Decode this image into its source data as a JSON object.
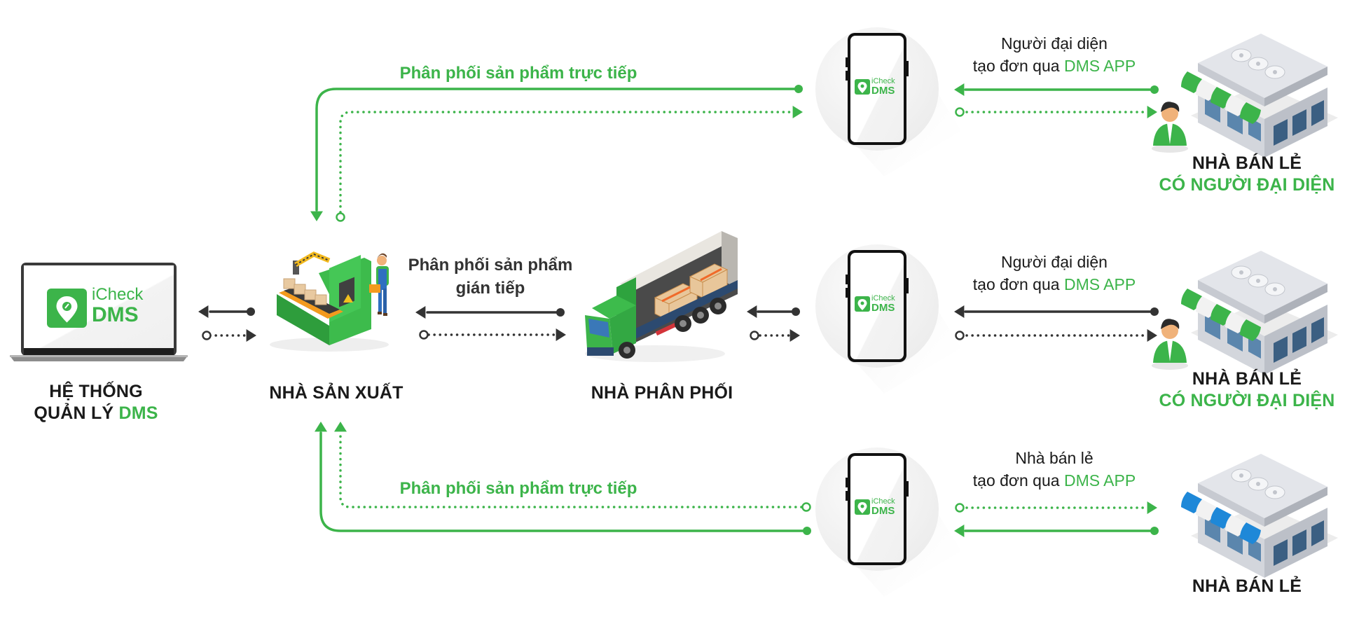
{
  "colors": {
    "brand_green": "#3cb44a",
    "dark": "#333333",
    "text": "#1a1a1a",
    "awning_blue": "#1e88d8"
  },
  "nodes": {
    "dms_system": {
      "line1": "HỆ THỐNG",
      "line2_prefix": "QUẢN LÝ ",
      "line2_highlight": "DMS",
      "logo_top": "iCheck",
      "logo_bottom": "DMS",
      "icon": "laptop-icon"
    },
    "manufacturer": {
      "label": "NHÀ SẢN XUẤT",
      "icon": "factory-icon"
    },
    "distributor": {
      "label": "NHÀ PHÂN PHỐI",
      "icon": "truck-icon"
    },
    "phones": [
      {
        "logo_top": "iCheck",
        "logo_bottom": "DMS",
        "icon": "smartphone-icon"
      },
      {
        "logo_top": "iCheck",
        "logo_bottom": "DMS",
        "icon": "smartphone-icon"
      },
      {
        "logo_top": "iCheck",
        "logo_bottom": "DMS",
        "icon": "smartphone-icon"
      }
    ],
    "retailers": [
      {
        "line1": "NHÀ BÁN LẺ",
        "line2": "CÓ NGƯỜI ĐẠI DIỆN",
        "icon": "store-with-representative-icon"
      },
      {
        "line1": "NHÀ BÁN LẺ",
        "line2": "CÓ NGƯỜI ĐẠI DIỆN",
        "icon": "store-with-representative-icon"
      },
      {
        "line1": "NHÀ BÁN LẺ",
        "line2": "",
        "icon": "store-icon"
      }
    ]
  },
  "flows": {
    "direct_top": "Phân phối sản phẩm trực tiếp",
    "direct_bottom": "Phân phối sản phẩm trực tiếp",
    "indirect_line1": "Phân phối sản phẩm",
    "indirect_line2": "gián tiếp",
    "orders": [
      {
        "line1": "Người đại diện",
        "line2_prefix": "tạo đơn qua ",
        "line2_highlight": "DMS APP"
      },
      {
        "line1": "Người đại diện",
        "line2_prefix": "tạo đơn qua ",
        "line2_highlight": "DMS APP"
      },
      {
        "line1": "Nhà bán lẻ",
        "line2_prefix": "tạo đơn qua ",
        "line2_highlight": "DMS APP"
      }
    ]
  }
}
